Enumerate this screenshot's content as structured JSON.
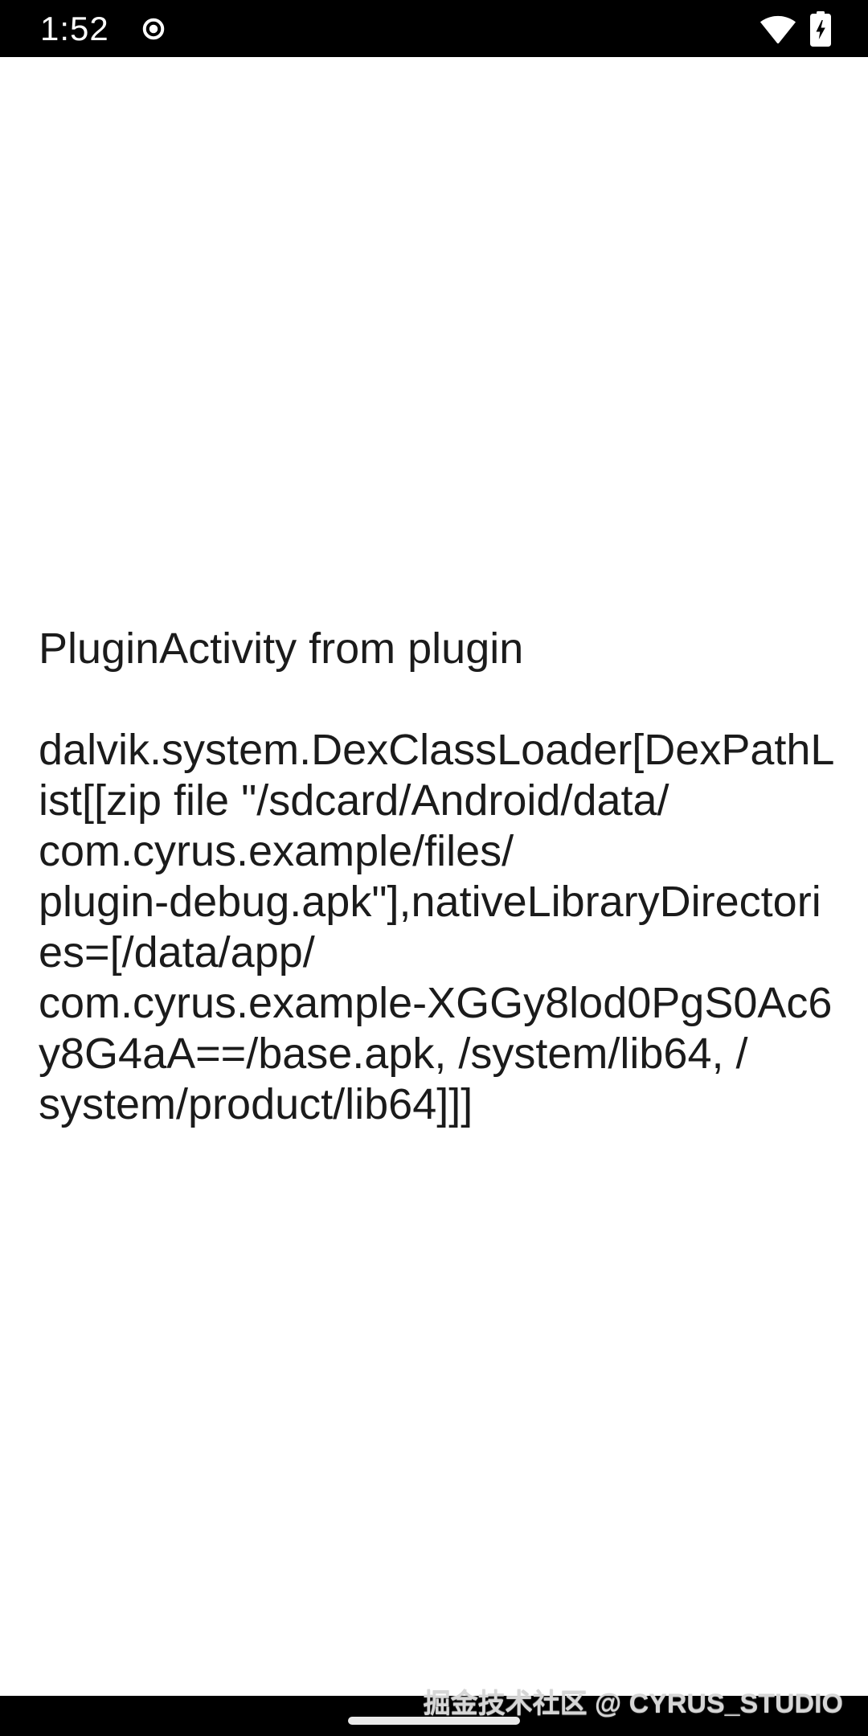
{
  "status_bar": {
    "time": "1:52",
    "icons": [
      {
        "name": "screen-record-icon"
      },
      {
        "name": "wifi-icon",
        "state": "full-signal"
      },
      {
        "name": "battery-charging-icon",
        "state": "charging"
      }
    ]
  },
  "content": {
    "title": "PluginActivity from plugin",
    "body": "dalvik.system.DexClassLoader[DexPathL\nist[[zip file \"/sdcard/Android/data/\ncom.cyrus.example/files/\nplugin-debug.apk\"],nativeLibraryDirectori\nes=[/data/app/\ncom.cyrus.example-XGGy8lod0PgS0Ac6\ny8G4aA==/base.apk, /system/lib64, /\nsystem/product/lib64]]]"
  },
  "watermark": {
    "text": "掘金技术社区 @ CYRUS_STUDIO"
  },
  "colors": {
    "status_bar_bg": "#000000",
    "nav_bar_bg": "#000000",
    "content_bg": "#ffffff",
    "text": "#1b1b1b",
    "watermark": "#d6d6d6",
    "home_pill": "#e9e9e9"
  }
}
